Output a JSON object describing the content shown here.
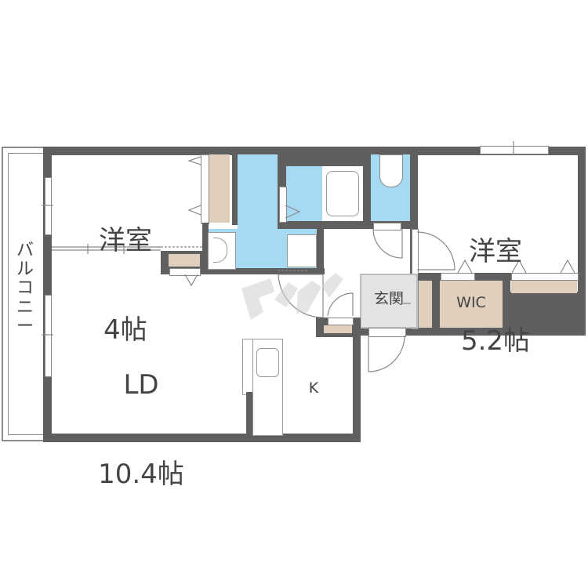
{
  "floorplan": {
    "rooms": {
      "western_room_1": {
        "name": "洋室",
        "size": "4帖"
      },
      "western_room_2": {
        "name": "洋室",
        "size": "5.2帖"
      },
      "living_dining": {
        "name": "LD",
        "size": "10.4帖"
      },
      "kitchen": {
        "name": "K"
      },
      "entrance": {
        "name": "玄関"
      },
      "walk_in_closet": {
        "name": "WIC"
      },
      "balcony": {
        "name": "バルコニー"
      }
    },
    "colors": {
      "wall": "#5f5f5f",
      "wet_area": "#a6d9f2",
      "storage": "#e0cfbd",
      "entrance_floor": "#e3e3e3",
      "text": "#444444"
    }
  }
}
